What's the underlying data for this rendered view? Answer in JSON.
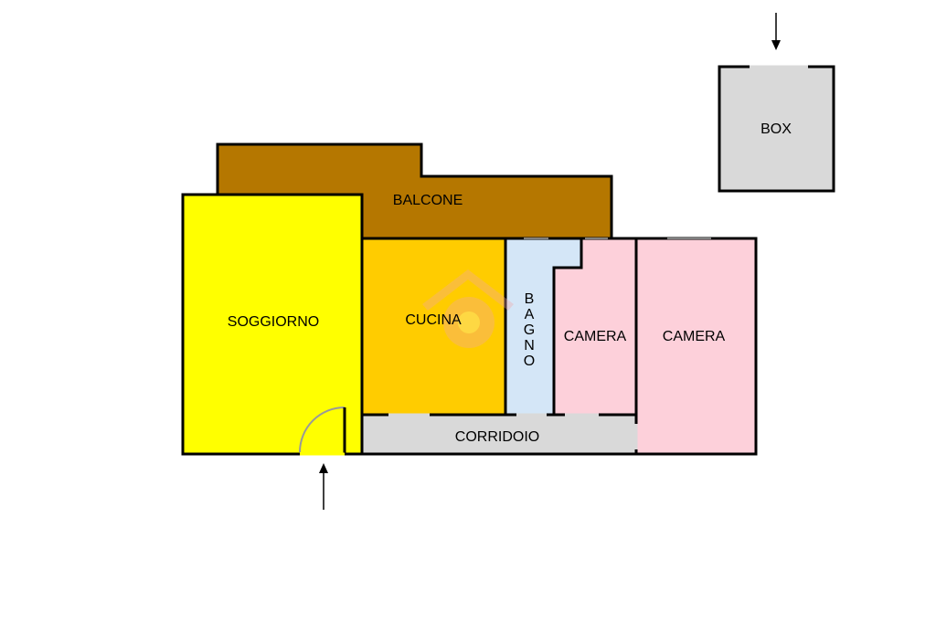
{
  "rooms": {
    "balcone": {
      "label": "BALCONE",
      "color": "#b57700"
    },
    "soggiorno": {
      "label": "SOGGIORNO",
      "color": "#ffff00"
    },
    "cucina": {
      "label": "CUCINA",
      "color": "#ffcc00"
    },
    "bagno": {
      "label": "BAGNO",
      "letters": [
        "B",
        "A",
        "G",
        "N",
        "O"
      ],
      "color": "#d4e6f7"
    },
    "camera_1": {
      "label": "CAMERA",
      "color": "#fdd0da"
    },
    "camera_2": {
      "label": "CAMERA",
      "color": "#fdd0da"
    },
    "corridoio": {
      "label": "CORRIDOIO",
      "color": "#d9d9d9"
    },
    "box": {
      "label": "BOX",
      "color": "#d9d9d9"
    }
  },
  "colors": {
    "wall": "#000000",
    "watermark": "#f2a7a7"
  },
  "icons": {
    "entrance": "arrow-up-icon",
    "box_entrance": "arrow-down-icon",
    "door": "door-swing-icon",
    "watermark": "house-watermark-icon"
  }
}
